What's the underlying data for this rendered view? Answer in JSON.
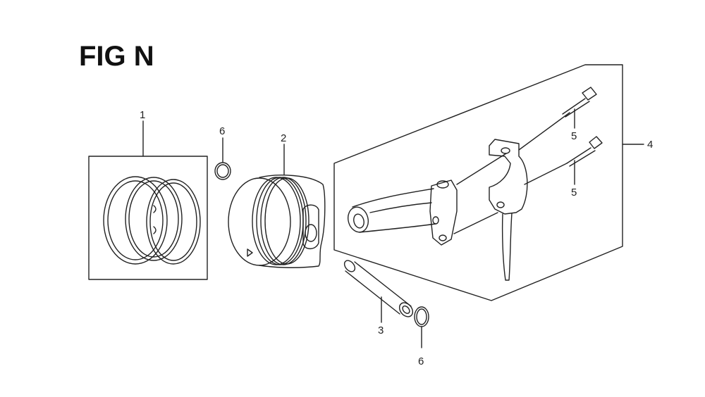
{
  "figure": {
    "title": "FIG N"
  },
  "callouts": {
    "piston_ring_set": "1",
    "piston": "2",
    "piston_pin": "3",
    "connecting_rod_assembly": "4",
    "rod_bolt_upper": "5",
    "rod_bolt_lower": "5",
    "clip_upper": "6",
    "clip_lower": "6"
  },
  "colors": {
    "ink": "#222222",
    "background": "#ffffff"
  }
}
